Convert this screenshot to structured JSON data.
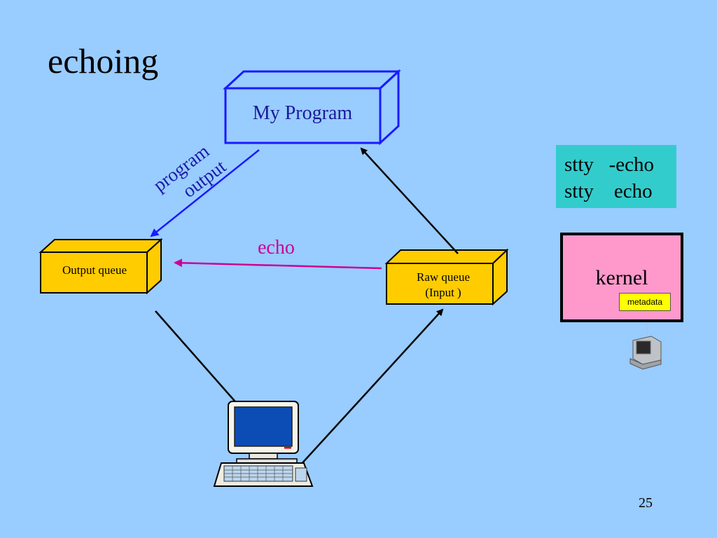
{
  "title": "echoing",
  "boxes": {
    "program": "My Program",
    "output_queue": "Output queue",
    "raw_queue_line1": "Raw queue",
    "raw_queue_line2": "(Input )"
  },
  "arrows": {
    "echo": "echo",
    "program_output_line1": "program",
    "program_output_line2": "output"
  },
  "stty": {
    "line1": "stty   -echo",
    "line2": "stty    echo"
  },
  "kernel": {
    "label": "kernel",
    "metadata": "metadata"
  },
  "page_number": "25",
  "colors": {
    "background": "#99ccff",
    "queue_fill": "#ffcc00",
    "program_stroke": "#1a1aff",
    "echo_arrow": "#cc0099",
    "stty_fill": "#33cccc",
    "kernel_fill": "#ff99cc"
  }
}
